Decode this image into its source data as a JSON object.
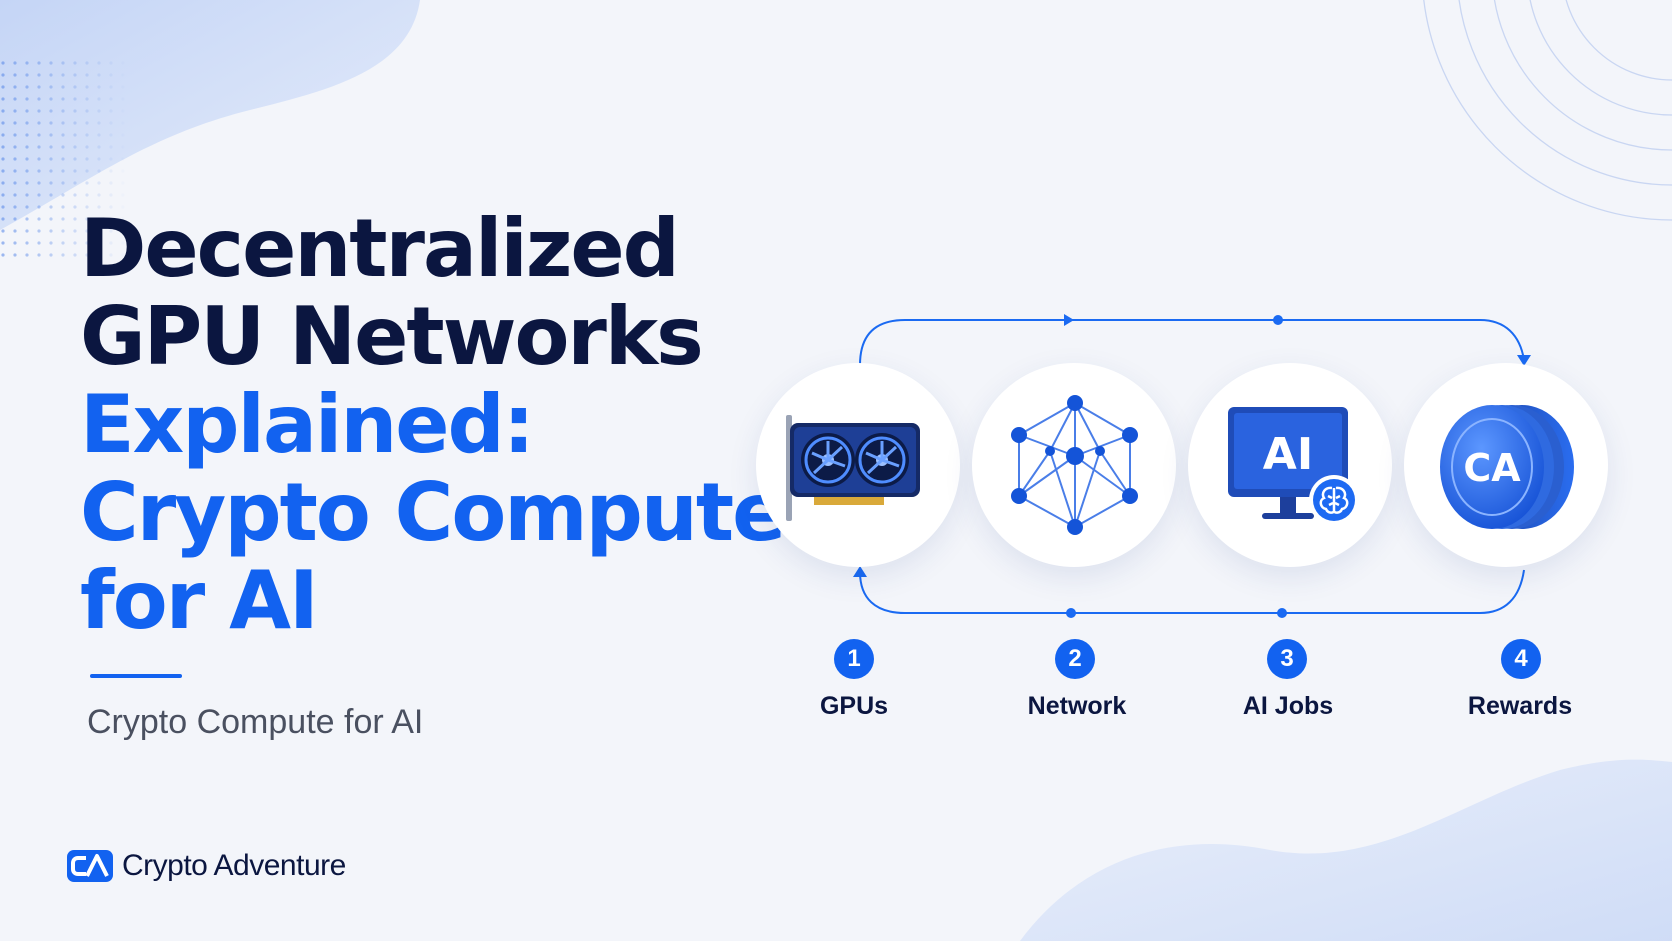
{
  "title": {
    "line1": "Decentralized",
    "line2": "GPU Networks",
    "line3": "Explained:",
    "line4": "Crypto Compute",
    "line5": "for AI"
  },
  "subtitle": "Crypto Compute for AI",
  "brand": {
    "name": "Crypto Adventure",
    "logo_text": "CA",
    "logo_icon": "crypto-adventure-logo"
  },
  "steps": [
    {
      "number": "1",
      "label": "GPUs",
      "icon": "gpu-card-icon"
    },
    {
      "number": "2",
      "label": "Network",
      "icon": "network-nodes-icon"
    },
    {
      "number": "3",
      "label": "AI Jobs",
      "icon": "ai-monitor-icon",
      "icon_text": "AI"
    },
    {
      "number": "4",
      "label": "Rewards",
      "icon": "coin-stack-icon",
      "icon_text": "CA"
    }
  ],
  "colors": {
    "accent": "#1262f0",
    "dark": "#0b1640",
    "muted": "#4a5060",
    "background": "#f3f5fa"
  }
}
